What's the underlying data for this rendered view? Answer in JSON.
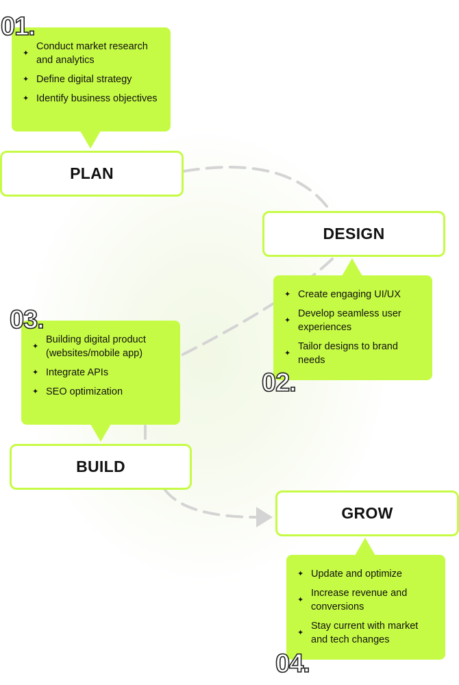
{
  "colors": {
    "accent": "#c6fb45",
    "connector": "#d4d4d4",
    "text": "#111111"
  },
  "bullet_icon": "sparkle-icon",
  "steps": [
    {
      "number": "01.",
      "title": "PLAN",
      "items": [
        "Conduct market research and analytics",
        "Define digital strategy",
        "Identify business objectives"
      ]
    },
    {
      "number": "02.",
      "title": "DESIGN",
      "items": [
        "Create engaging UI/UX",
        "Develop seamless user experiences",
        "Tailor designs to brand needs"
      ]
    },
    {
      "number": "03.",
      "title": "BUILD",
      "items": [
        "Building digital product (websites/mobile app)",
        "Integrate APIs",
        "SEO optimization"
      ]
    },
    {
      "number": "04.",
      "title": "GROW",
      "items": [
        "Update and optimize",
        "Increase revenue and conversions",
        "Stay current with market and tech changes"
      ]
    }
  ]
}
